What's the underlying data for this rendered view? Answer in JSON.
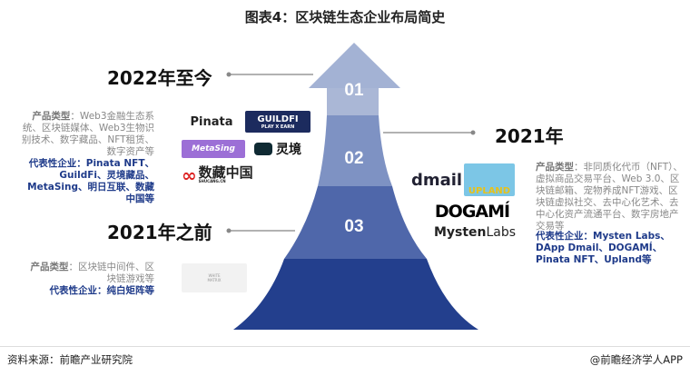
{
  "title": "图表4：区块链生态企业布局简史",
  "stages": [
    {
      "num": "01",
      "year": "2022年至今",
      "product_label": "产品类型",
      "product_text": "：Web3金融生态系统、区块链媒体、Web3生物识别技术、数字藏品、NFT租赁、数字资产等",
      "rep_label": "代表性企业：",
      "rep_text": "Pinata NFT、GuildFi、灵境藏品、MetaSing、明日互联、数藏中国等",
      "logos": [
        "Pinata",
        "GUILDFI",
        "PLAY X EARN",
        "MetaSing",
        "灵境",
        "数藏中国",
        "SHUCANG.CN"
      ]
    },
    {
      "num": "02",
      "year": "2021年",
      "product_label": "产品类型",
      "product_text": "：非同质化代币（NFT）、虚拟商品交易平台、Web 3.0、区块链邮箱、宠物养成NFT游戏、区块链虚拟社交、去中心化艺术、去中心化资产流通平台、数字房地产交易等",
      "rep_label": "代表性企业：",
      "rep_text": "Mysten Labs、DApp Dmail、DOGAMÍ、Pinata NFT、Upland等",
      "logos": [
        "dmail",
        "UPLAND",
        "DOGAMÍ",
        "Mysten",
        "Labs"
      ]
    },
    {
      "num": "03",
      "year": "2021年之前",
      "product_label": "产品类型",
      "product_text": "：区块链中间件、区块链游戏等",
      "rep_label": "代表性企业：",
      "rep_text": "纯白矩阵等",
      "logos": [
        "WHITE",
        "MATRIX"
      ]
    }
  ],
  "footer": {
    "source": "资料来源：前瞻产业研究院",
    "brand": "@前瞻经济学人APP"
  },
  "colors": {
    "band1": "#aab7d6",
    "band2": "#7e92c3",
    "band3": "#4f67aa",
    "band4": "#233f8d",
    "rep": "#1f3b8a"
  }
}
